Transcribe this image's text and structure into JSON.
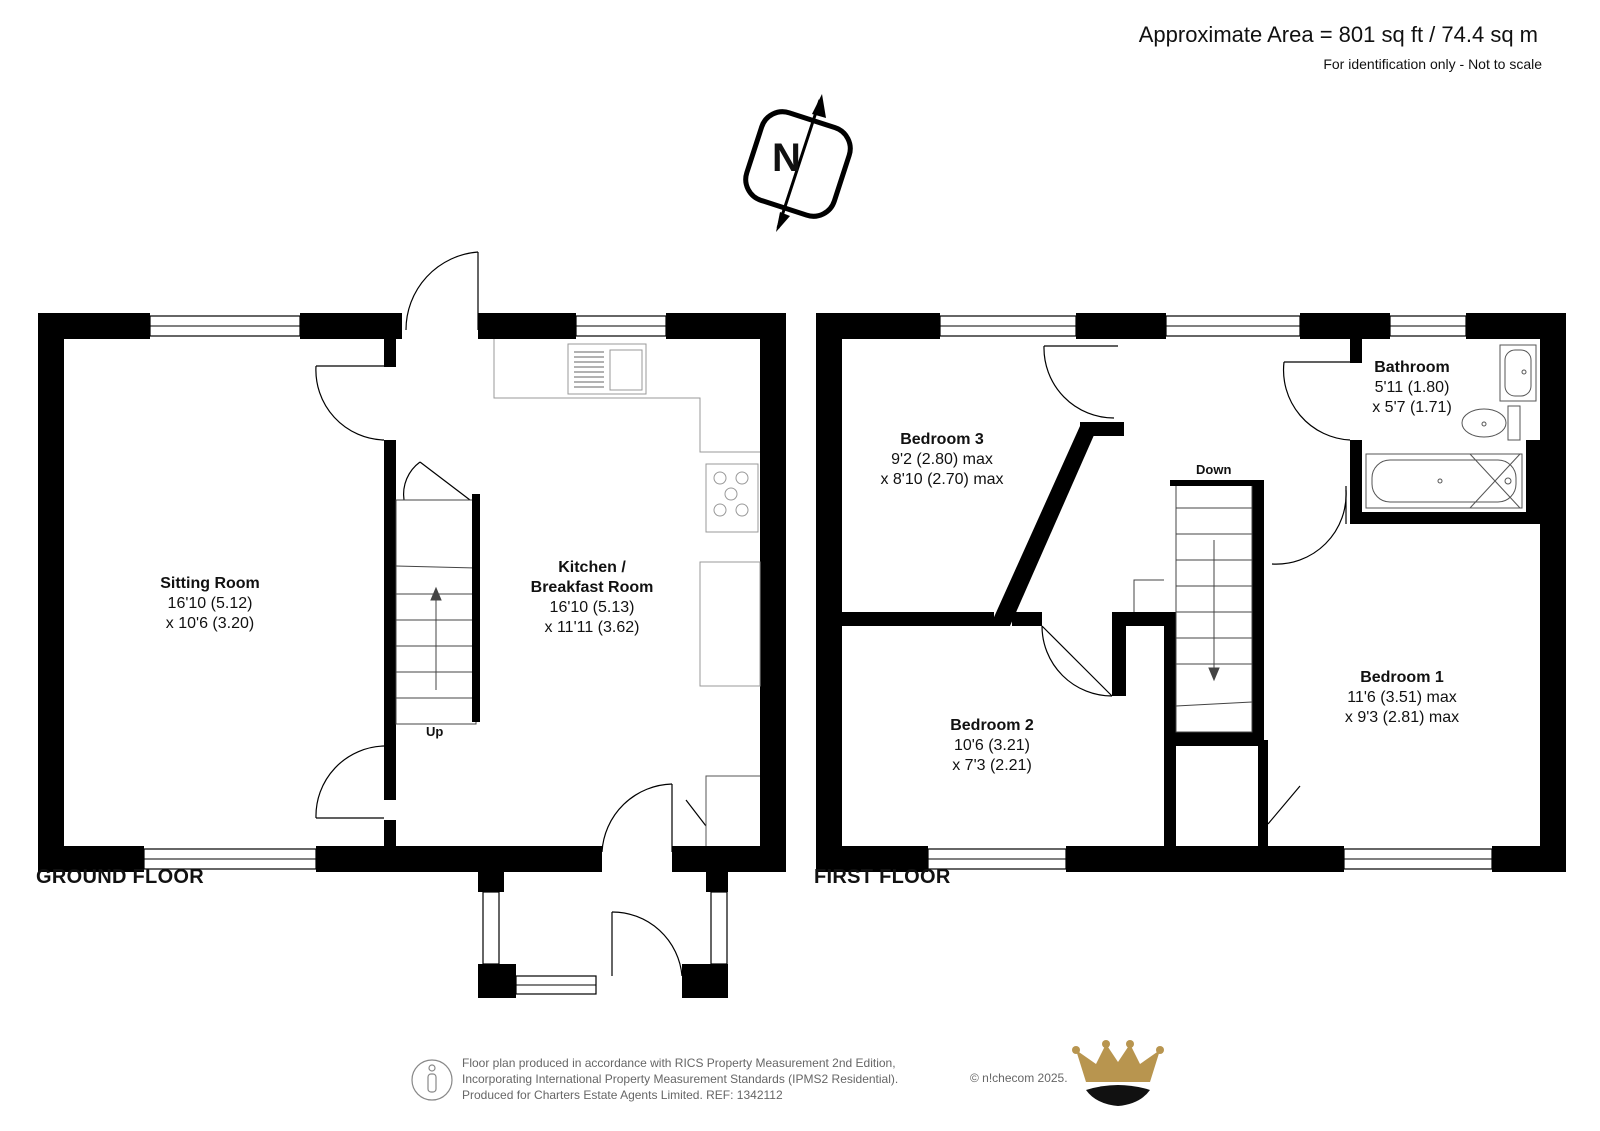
{
  "header": {
    "area": "Approximate Area = 801 sq ft / 74.4 sq m",
    "note": "For identification only - Not to scale"
  },
  "compass": {
    "letter": "N",
    "icon": "north-arrow-icon"
  },
  "floors": {
    "ground": {
      "label": "GROUND FLOOR",
      "rooms": [
        {
          "name": "Sitting Room",
          "dims": [
            "16'10 (5.12)",
            "x 10'6 (3.20)"
          ]
        },
        {
          "name": "Kitchen /",
          "name2": "Breakfast Room",
          "dims": [
            "16'10 (5.13)",
            "x 11'11 (3.62)"
          ]
        }
      ],
      "stairs": "Up"
    },
    "first": {
      "label": "FIRST FLOOR",
      "rooms": [
        {
          "name": "Bedroom 3",
          "dims": [
            "9'2 (2.80) max",
            "x 8'10 (2.70) max"
          ]
        },
        {
          "name": "Bedroom 2",
          "dims": [
            "10'6 (3.21)",
            "x 7'3 (2.21)"
          ]
        },
        {
          "name": "Bedroom 1",
          "dims": [
            "11'6 (3.51) max",
            "x 9'3 (2.81) max"
          ]
        },
        {
          "name": "Bathroom",
          "dims": [
            "5'11 (1.80)",
            "x 5'7 (1.71)"
          ]
        }
      ],
      "stairs": "Down"
    }
  },
  "footer": {
    "lines": [
      "Floor plan produced in accordance with RICS Property Measurement 2nd Edition,",
      "Incorporating International Property Measurement Standards (IPMS2 Residential).",
      "Produced for Charters Estate Agents Limited.   REF: 1342112"
    ],
    "copyright": "© n!checom 2025."
  },
  "colors": {
    "wall": "#000000",
    "fixture": "#bbbbbb",
    "logo_gold": "#b8954f"
  }
}
